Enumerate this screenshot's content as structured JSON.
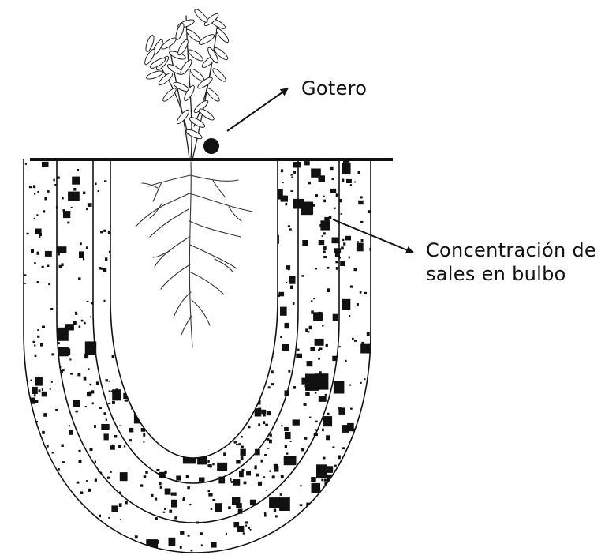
{
  "labels": {
    "dripper": "Gotero",
    "salt_line1": "Concentración de",
    "salt_line2": "sales en bulbo"
  },
  "colors": {
    "ink": "#111111",
    "background": "#ffffff"
  }
}
